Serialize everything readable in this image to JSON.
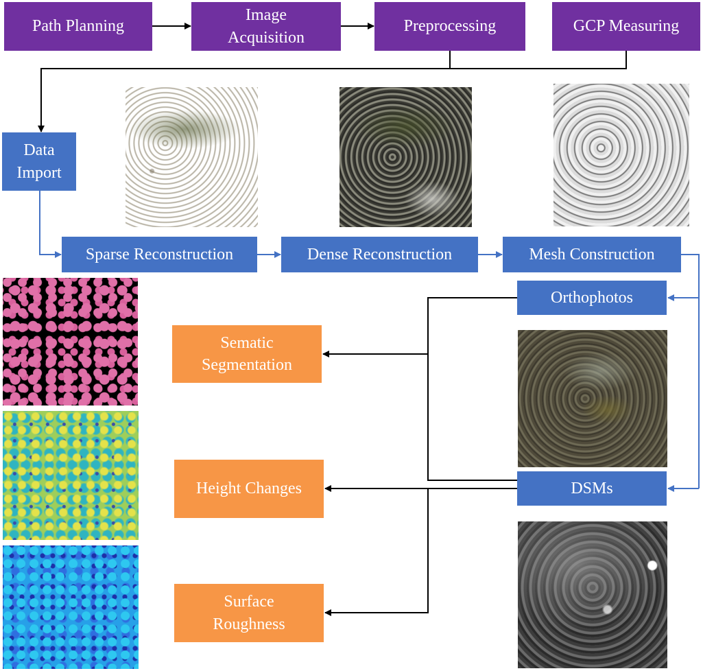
{
  "stages": {
    "path_planning": "Path Planning",
    "image_acquisition": "Image\nAcquisition",
    "preprocessing": "Preprocessing",
    "gcp_measuring": "GCP Measuring",
    "data_import": "Data\nImport",
    "sparse_reconstruction": "Sparse Reconstruction",
    "dense_reconstruction": "Dense Reconstruction",
    "mesh_construction": "Mesh Construction",
    "orthophotos": "Orthophotos",
    "dsms": "DSMs",
    "semantic_segmentation": "Sematic\nSegmentation",
    "height_changes": "Height Changes",
    "surface_roughness": "Surface\nRoughness"
  },
  "colors": {
    "acquisition_stage": "#7030a0",
    "processing_stage": "#4472c4",
    "analysis_output": "#f79646",
    "flow_arrow": "#4472c4",
    "main_arrow": "#000000"
  },
  "images": [
    "sparse-point-cloud-image",
    "dense-point-cloud-image",
    "mesh-image",
    "orthophoto-image",
    "dsm-image",
    "segmentation-mask-image",
    "height-change-map-image",
    "roughness-map-image"
  ]
}
